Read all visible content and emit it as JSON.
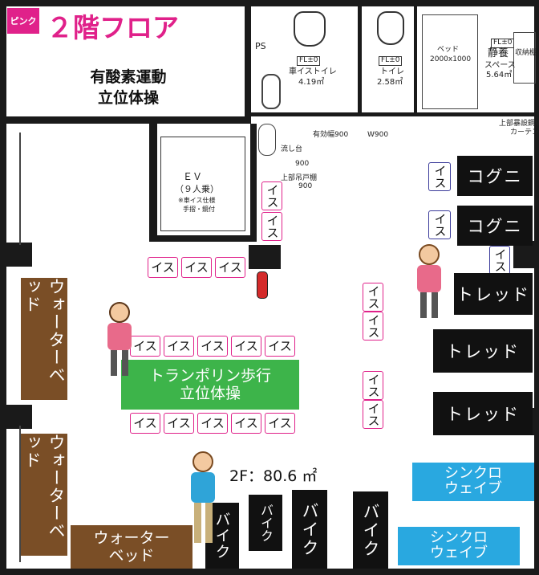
{
  "header": {
    "badge": "ピンク",
    "floor_title": "２階フロア",
    "area_name_1": "有酸素運動",
    "area_name_2": "立位体操"
  },
  "rooms": {
    "ps": "PS",
    "wc_accessible_1": "FL±0",
    "wc_accessible_2": "車イストイレ",
    "wc_accessible_3": "4.19㎡",
    "wc_1": "FL±0",
    "wc_2": "トイレ",
    "wc_3": "2.58㎡",
    "bed_1": "ベッド",
    "bed_2": "2000x1000",
    "rest_1": "FL±0",
    "rest_2": "静養",
    "rest_3": "スペース",
    "rest_4": "5.64㎡",
    "storage": "収納棚",
    "curtain_1": "上部暴設鋼線",
    "curtain_2": "カーテン",
    "ev_1": "ＥＶ",
    "ev_2": "（９人乗）",
    "ev_3": "※車イス仕様",
    "ev_4": "手摺・鏡付",
    "sink": "流し台",
    "dim_900a": "900",
    "dim_w900": "W900",
    "dim_counter": "有効幅900",
    "dim_900b": "900",
    "upper_cabinet": "上部吊戸棚"
  },
  "chair_label": "イス",
  "equipment": {
    "cognitive_1": "コグニ",
    "cognitive_2": "コグニ",
    "treadmill_1": "トレッド",
    "treadmill_2": "トレッド",
    "treadmill_3": "トレッド",
    "trampoline_1": "トランポリン歩行",
    "trampoline_2": "立位体操",
    "water_bed_1": "ウォーターベッド",
    "water_bed_2": "ウォーターベッド",
    "water_bed_3_line1": "ウォーター",
    "water_bed_3_line2": "ベッド",
    "bike_1": "バイク",
    "bike_2": "バイク",
    "bike_3": "バイク",
    "bike_4": "バイク",
    "synchro_1_line1": "シンクロ",
    "synchro_1_line2": "ウェイブ",
    "synchro_2_line1": "シンクロ",
    "synchro_2_line2": "ウェイブ"
  },
  "floor_area": "2F：80.6 ㎡",
  "colors": {
    "badge": "#e0218a",
    "title": "#e0218a",
    "chair_border": "#e0218a",
    "equipment_dark": "#111111",
    "water_bed": "#7a4e26",
    "trampoline": "#3db44a",
    "synchro": "#29a8e0"
  }
}
